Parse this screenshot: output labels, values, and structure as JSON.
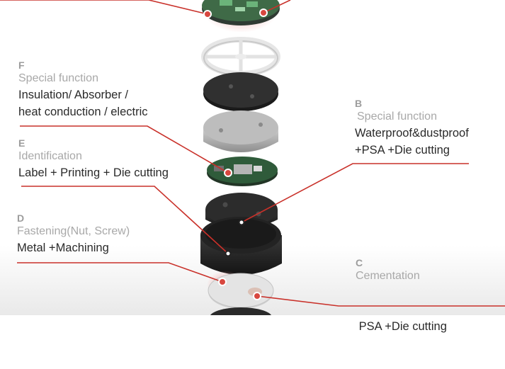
{
  "callouts": [
    {
      "id": "F",
      "letter": "F",
      "category": "Special function",
      "lines": [
        "Insulation/ Absorber /",
        "heat conduction / electric"
      ]
    },
    {
      "id": "E",
      "letter": "E",
      "category": "Identification",
      "lines": [
        "Label + Printing + Die cutting"
      ]
    },
    {
      "id": "D",
      "letter": "D",
      "category": "Fastening(Nut, Screw)",
      "lines": [
        "Metal +Machining"
      ]
    },
    {
      "id": "B",
      "letter": "B",
      "category": "Special function",
      "lines": [
        "Waterproof&dustproof",
        "+PSA +Die cutting"
      ]
    },
    {
      "id": "C",
      "letter": "C",
      "category": "Cementation",
      "lines": [
        " PSA +Die cutting"
      ]
    }
  ],
  "colors": {
    "leader_line": "#c9312a",
    "accent_dot": "#d8473f",
    "dark_part": "#2b2b2b",
    "pcb_green": "#2f5b3a",
    "metal_gray": "#b9b9b9"
  }
}
